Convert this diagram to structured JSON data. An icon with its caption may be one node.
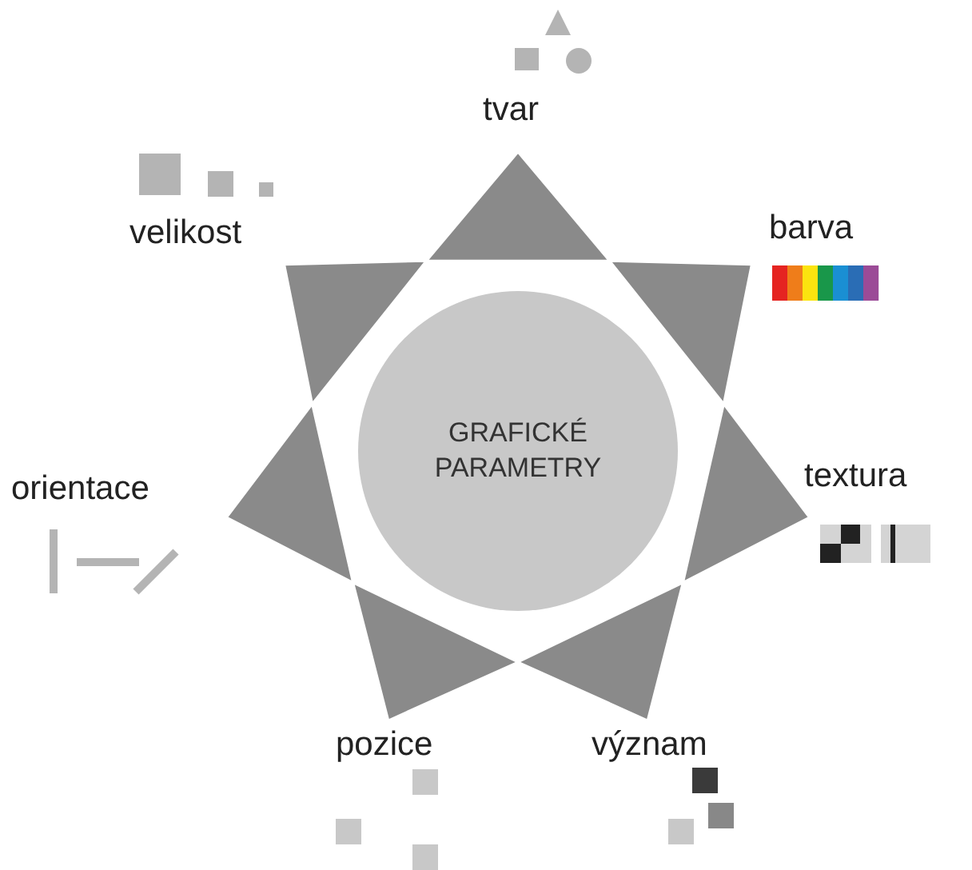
{
  "diagram": {
    "nodes": [
      {
        "text": [
          "GRAFICKÉ PARAMETRY"
        ]
      }
    ],
    "labels": [
      "tvar",
      "barva",
      "textura",
      "význam",
      "pozice",
      "orientace",
      "velikost"
    ]
  }
}
